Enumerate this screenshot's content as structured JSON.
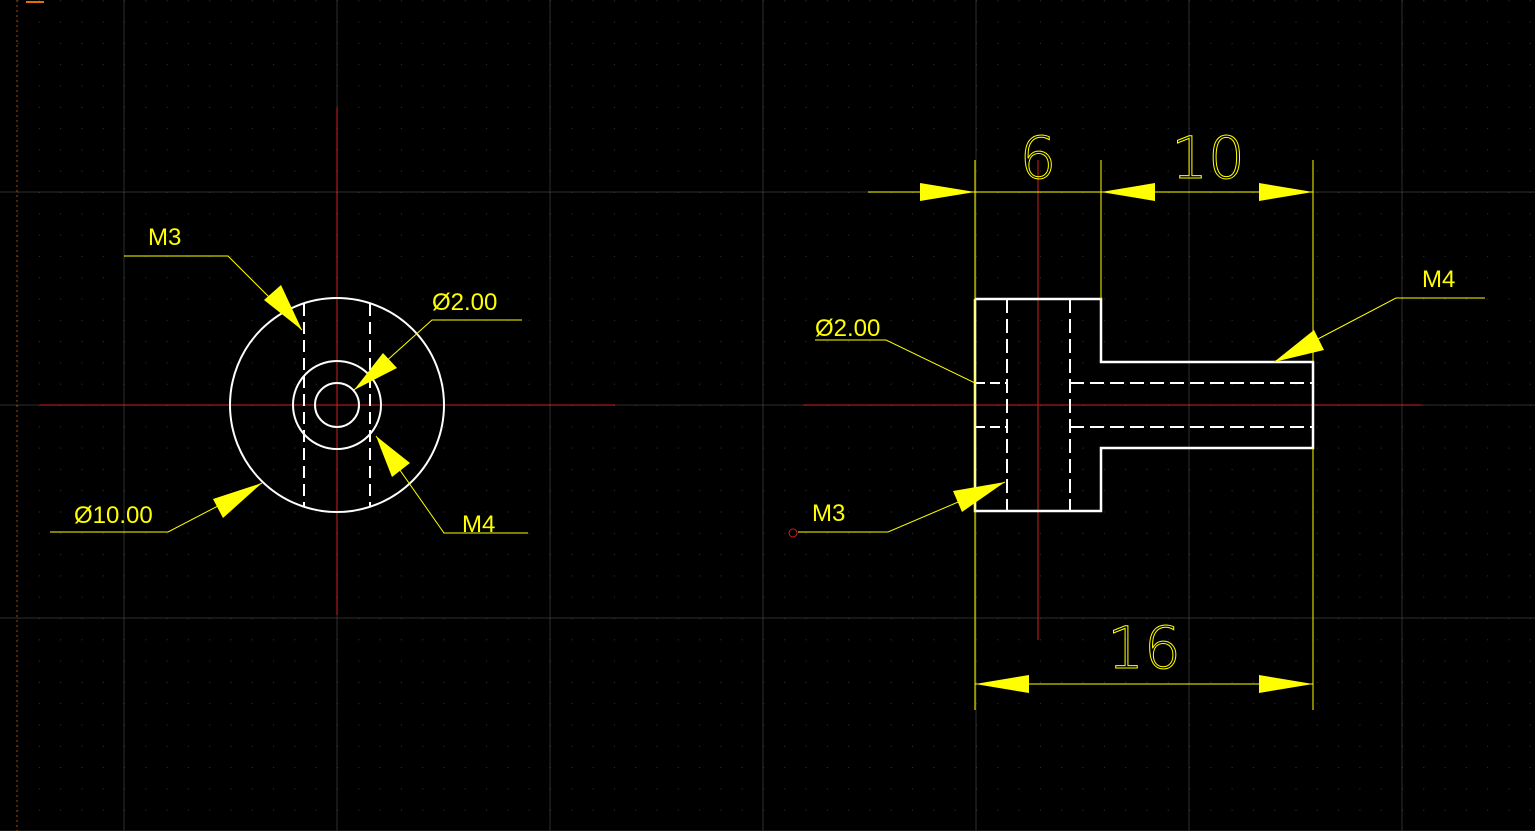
{
  "colors": {
    "background": "#000000",
    "grid_dot": "#3a3a3a",
    "grid_line": "#2e2e2e",
    "centerline": "#cc1f1f",
    "geometry": "#ffffff",
    "dimension": "#ffff00",
    "origin_marker": "#e07000"
  },
  "front_view": {
    "callouts": {
      "m3": "M3",
      "hole_dia": "Ø2.00",
      "outer_dia": "Ø10.00",
      "m4": "M4"
    }
  },
  "side_view": {
    "callouts": {
      "hole_dia": "Ø2.00",
      "m3": "M3",
      "m4": "M4"
    },
    "dimensions": {
      "head_length": "6",
      "shaft_length": "10",
      "overall_length": "16"
    }
  }
}
